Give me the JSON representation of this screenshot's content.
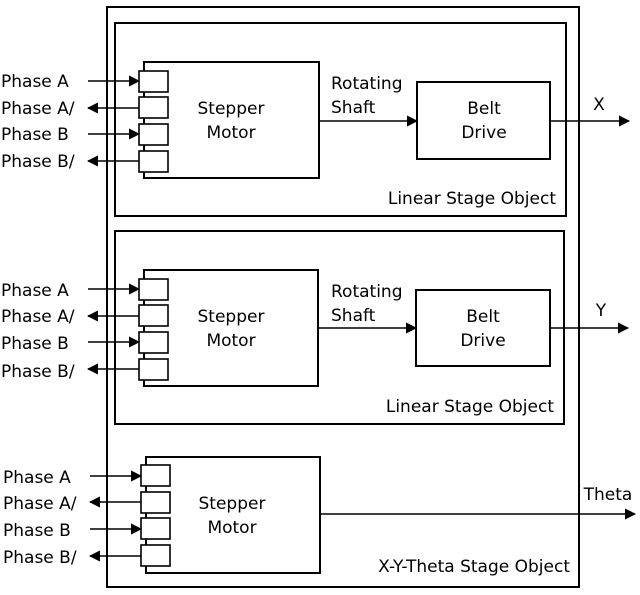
{
  "outer_box": {
    "label": "X-Y-Theta Stage Object"
  },
  "stage_x": {
    "label": "Linear Stage Object",
    "motor": {
      "line1": "Stepper",
      "line2": "Motor"
    },
    "shaft": {
      "line1": "Rotating",
      "line2": "Shaft"
    },
    "belt": {
      "line1": "Belt",
      "line2": "Drive"
    },
    "output": "X",
    "phases": [
      "Phase A",
      "Phase A/",
      "Phase B",
      "Phase B/"
    ]
  },
  "stage_y": {
    "label": "Linear Stage Object",
    "motor": {
      "line1": "Stepper",
      "line2": "Motor"
    },
    "shaft": {
      "line1": "Rotating",
      "line2": "Shaft"
    },
    "belt": {
      "line1": "Belt",
      "line2": "Drive"
    },
    "output": "Y",
    "phases": [
      "Phase A",
      "Phase A/",
      "Phase B",
      "Phase B/"
    ]
  },
  "theta": {
    "motor": {
      "line1": "Stepper",
      "line2": "Motor"
    },
    "output": "Theta",
    "phases": [
      "Phase A",
      "Phase A/",
      "Phase B",
      "Phase B/"
    ]
  }
}
